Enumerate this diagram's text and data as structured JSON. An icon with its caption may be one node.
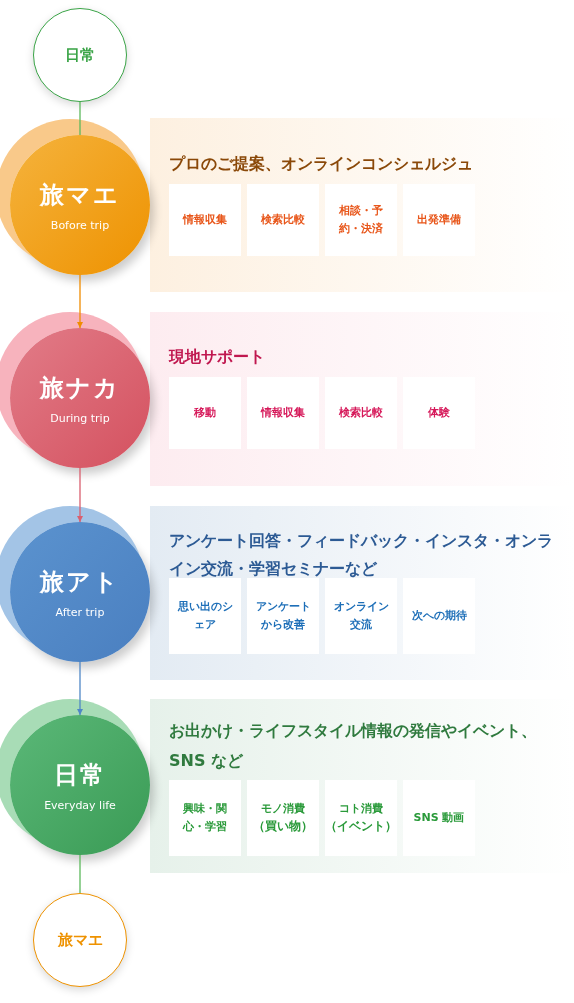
{
  "diagram": {
    "nodes": [
      {
        "text": [
          "日常"
        ]
      },
      {
        "text": [
          "旅マエ",
          "Bofore trip"
        ]
      },
      {
        "text": [
          "プロのご提案、オンラインコンシェルジュ"
        ]
      },
      {
        "text": [
          "情報収集"
        ],
        "in": 2
      },
      {
        "text": [
          "検索比較"
        ],
        "in": 2
      },
      {
        "text": [
          "相談・予約・決済"
        ],
        "in": 2
      },
      {
        "text": [
          "出発準備"
        ],
        "in": 2
      },
      {
        "text": [
          "旅ナカ",
          "During trip"
        ]
      },
      {
        "text": [
          "現地サポート"
        ]
      },
      {
        "text": [
          "移動"
        ],
        "in": 8
      },
      {
        "text": [
          "情報収集"
        ],
        "in": 8
      },
      {
        "text": [
          "検索比較"
        ],
        "in": 8
      },
      {
        "text": [
          "体験"
        ],
        "in": 8
      },
      {
        "text": [
          "旅アト",
          "After trip"
        ]
      },
      {
        "text": [
          "アンケート回答・フィードバック・インスタ・オンライン交流・学習セミナーなど"
        ]
      },
      {
        "text": [
          "思い出のシェア"
        ],
        "in": 14
      },
      {
        "text": [
          "アンケートから改善"
        ],
        "in": 14
      },
      {
        "text": [
          "オンライン交流"
        ],
        "in": 14
      },
      {
        "text": [
          "次への期待"
        ],
        "in": 14
      },
      {
        "text": [
          "日常",
          "Everyday life"
        ]
      },
      {
        "text": [
          "お出かけ・ライフスタイル情報の発信やイベント、SNS など"
        ]
      },
      {
        "text": [
          "興味・関心・学習"
        ],
        "in": 20
      },
      {
        "text": [
          "モノ消費",
          "（買い物）"
        ],
        "in": 20
      },
      {
        "text": [
          "コト消費",
          "（イベント）"
        ],
        "in": 20
      },
      {
        "text": [
          "SNS 動画"
        ],
        "in": 20
      },
      {
        "text": [
          "旅マエ"
        ]
      }
    ],
    "edges": [
      {
        "from": 0,
        "to": 1,
        "arrow": "none",
        "color": "#5cb85c"
      },
      {
        "from": 1,
        "to": 7,
        "arrow": "to",
        "color": "#f08c00"
      },
      {
        "from": 7,
        "to": 13,
        "arrow": "to",
        "color": "#d95f6f"
      },
      {
        "from": 13,
        "to": 19,
        "arrow": "to",
        "color": "#4f87c6"
      },
      {
        "from": 19,
        "to": 25,
        "arrow": "none",
        "color": "#5cb85c"
      }
    ]
  }
}
